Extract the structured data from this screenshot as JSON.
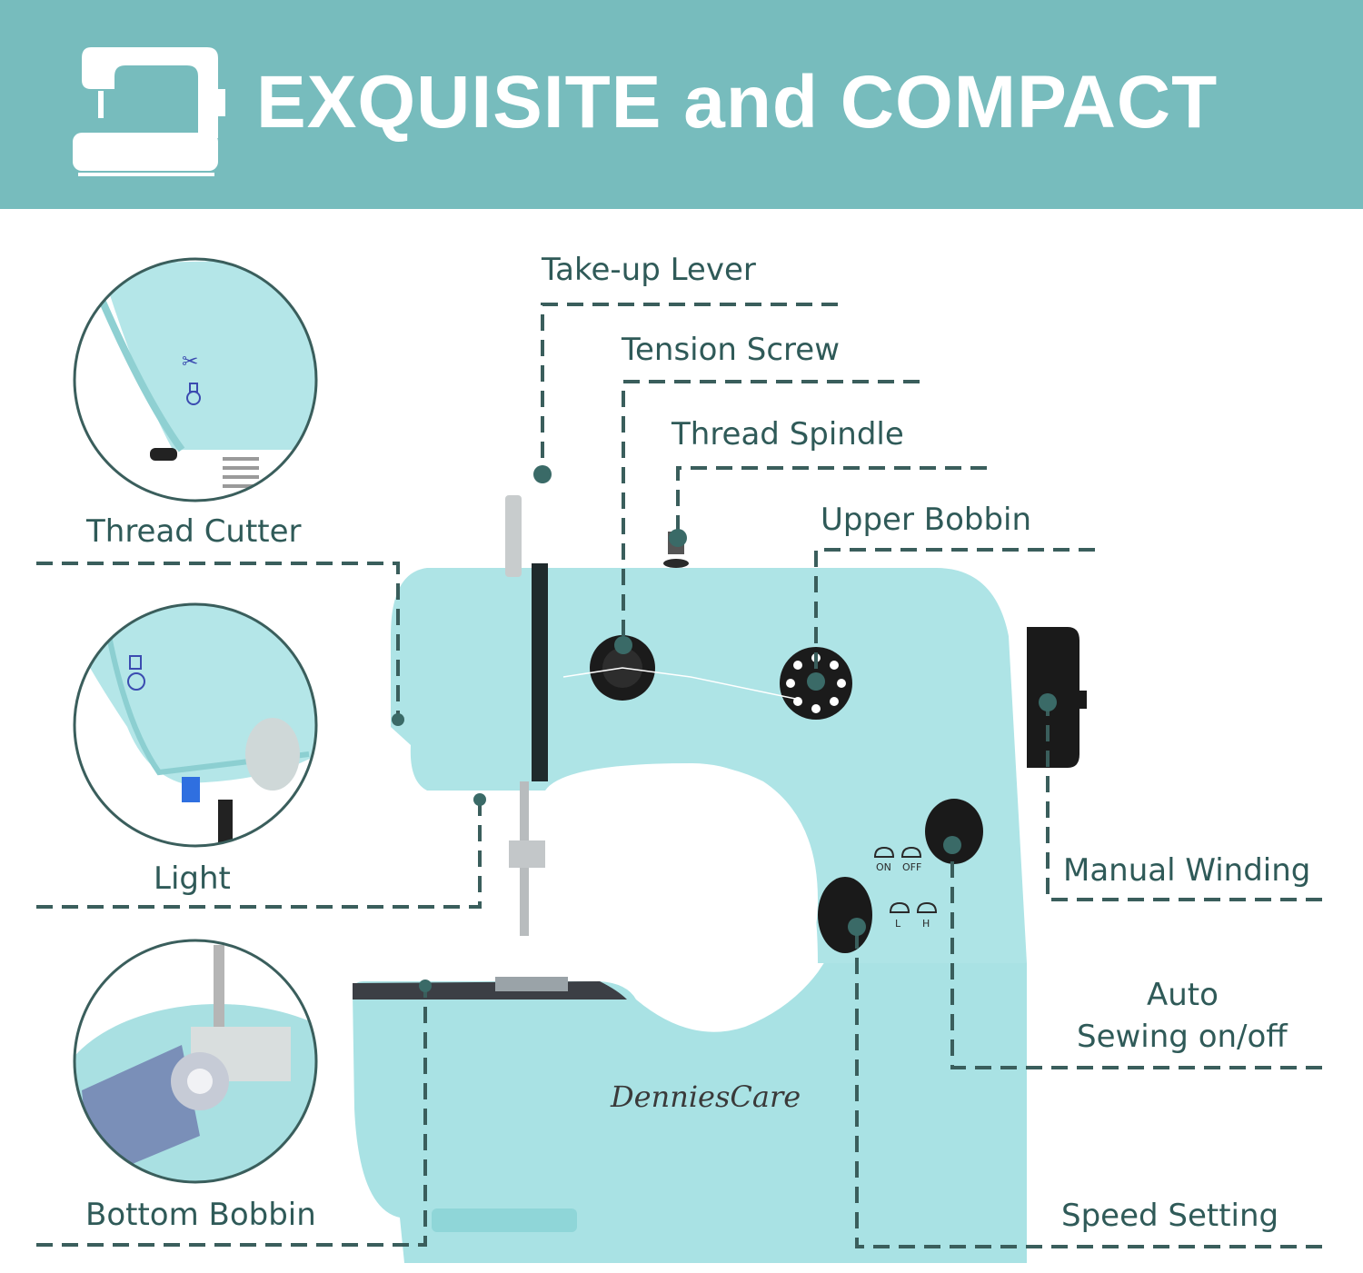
{
  "banner": {
    "title": "EXQUISITE and COMPACT",
    "background": "#77bcbd",
    "icon": "sewing-machine-icon"
  },
  "brand": "DenniesCare",
  "callouts": {
    "take_up_lever": "Take-up Lever",
    "tension_screw": "Tension Screw",
    "thread_spindle": "Thread Spindle",
    "upper_bobbin": "Upper Bobbin",
    "thread_cutter": "Thread Cutter",
    "light": "Light",
    "manual_winding": "Manual Winding",
    "auto_sewing_line1": "Auto",
    "auto_sewing_line2": "Sewing on/off",
    "bottom_bobbin": "Bottom Bobbin",
    "speed_setting": "Speed Setting"
  },
  "switch_labels": {
    "on": "ON",
    "off": "OFF",
    "low": "L",
    "high": "H"
  },
  "colors": {
    "machine": "#a8e2e4",
    "leader": "#3a5e5c",
    "text": "#2f5a58"
  }
}
